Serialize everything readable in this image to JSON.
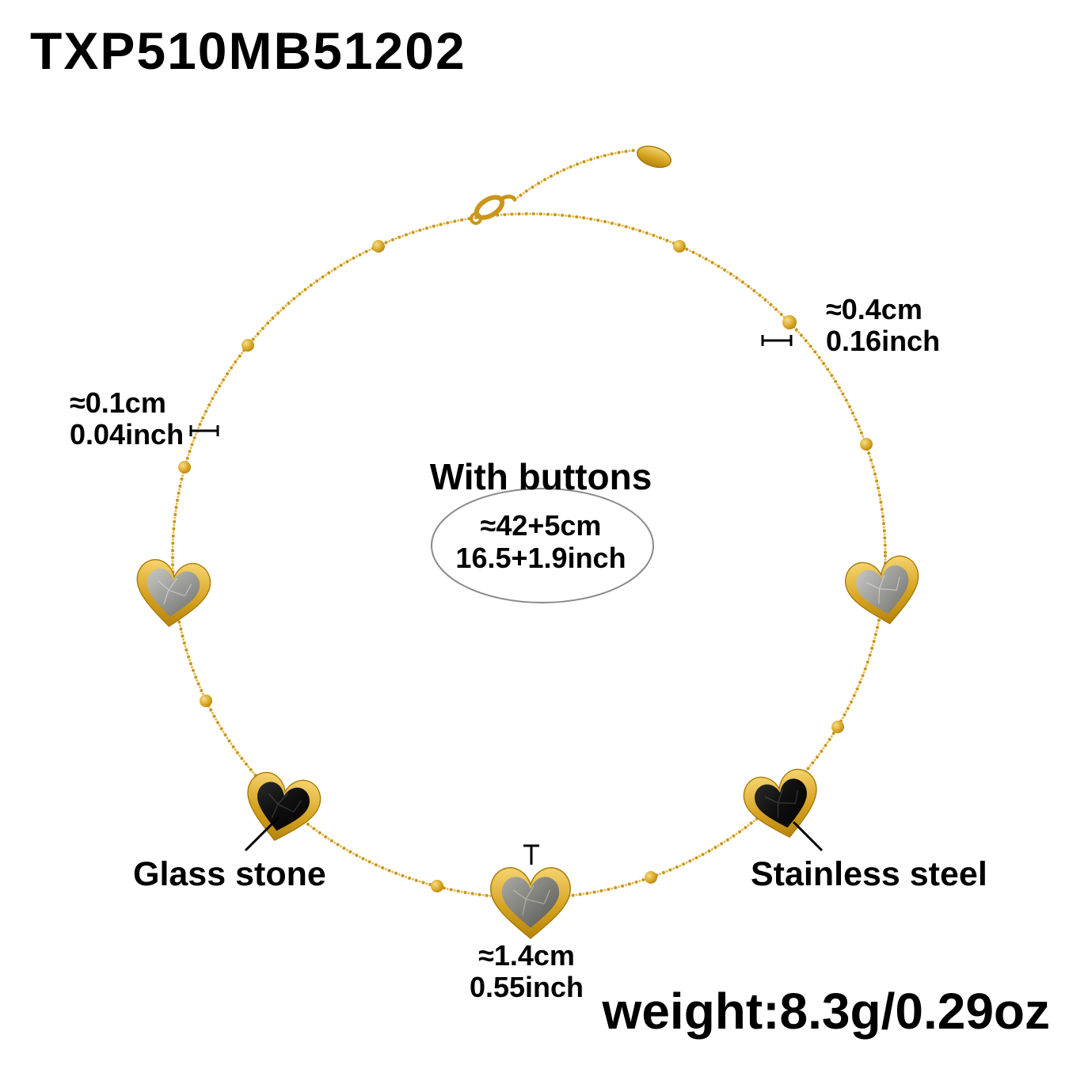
{
  "title": "TXP510MB51202",
  "measurements": {
    "bead": {
      "value_cm": "≈0.4cm",
      "value_inch": "0.16inch"
    },
    "chain": {
      "value_cm": "≈0.1cm",
      "value_inch": "0.04inch"
    },
    "pendant": {
      "value_cm": "≈1.4cm",
      "value_inch": "0.55inch"
    },
    "length": {
      "label": "With buttons",
      "value_cm": "≈42+5cm",
      "value_inch": "16.5+1.9inch"
    }
  },
  "labels": {
    "glass_stone": "Glass stone",
    "stainless_steel": "Stainless steel",
    "weight": "weight:8.3g/0.29oz"
  },
  "colors": {
    "gold": "#d1a021",
    "gold_light": "#f0cd6e",
    "glass_gray": "#8f908c",
    "glass_black": "#0f0f0f",
    "text": "#000000",
    "background": "#ffffff"
  }
}
